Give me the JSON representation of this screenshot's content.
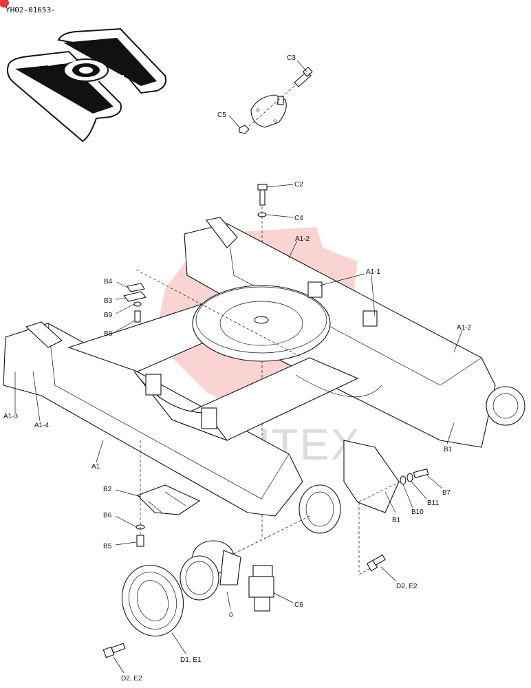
{
  "header": {
    "code": "YH02-01653-"
  },
  "watermark": {
    "text": "VIHTEX",
    "color": "#e53935"
  },
  "callouts": {
    "c3": "C3",
    "c5": "C5",
    "c2": "C2",
    "c4": "C4",
    "a1_2_top": "A1-2",
    "a1_1": "A1-1",
    "a1_2_right": "A1-2",
    "b4": "B4",
    "b3": "B3",
    "b9": "B9",
    "b8": "B8",
    "a1_3": "A1-3",
    "a1_4": "A1-4",
    "a1": "A1",
    "b1_right": "B1",
    "b7": "B7",
    "b11": "B11",
    "b10": "B10",
    "b1_lower": "B1",
    "b2": "B2",
    "b6": "B6",
    "b5": "B5",
    "d2e2_right": "D2, E2",
    "c6": "C6",
    "zero": "0",
    "d1e1": "D1, E1",
    "d2e2_left": "D2, E2"
  }
}
